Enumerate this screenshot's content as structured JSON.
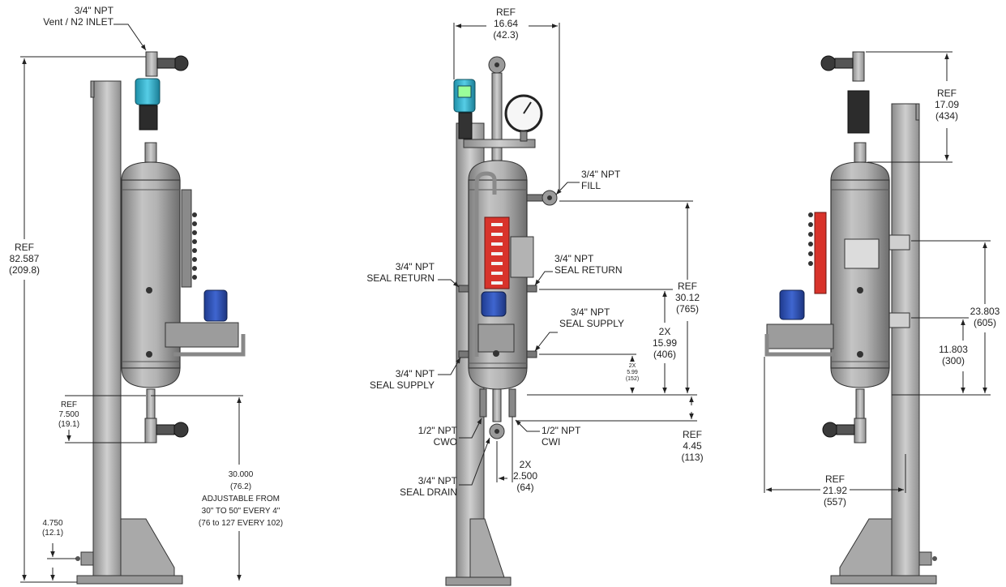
{
  "left_view": {
    "vent_callout": [
      "3/4\" NPT",
      "Vent / N2 INLET"
    ],
    "overall_height": [
      "REF",
      "82.587",
      "(209.8)"
    ],
    "bottom_valve_height": [
      "REF",
      "7.500",
      "(19.1)"
    ],
    "adjustable_height": [
      "30.000",
      "(76.2)",
      "ADJUSTABLE FROM",
      "30\" TO 50\" EVERY 4\"",
      "(76 to 127 EVERY 102)"
    ],
    "base_offset": [
      "4.750",
      "(12.1)"
    ]
  },
  "center_view": {
    "width_ref": [
      "REF",
      "16.64",
      "(42.3)"
    ],
    "fill_port": [
      "3/4\" NPT",
      "FILL"
    ],
    "seal_return_left": [
      "3/4\" NPT",
      "SEAL RETURN"
    ],
    "seal_return_right": [
      "3/4\" NPT",
      "SEAL RETURN"
    ],
    "seal_supply_right": [
      "3/4\" NPT",
      "SEAL SUPPLY"
    ],
    "seal_supply_left": [
      "3/4\" NPT",
      "SEAL SUPPLY"
    ],
    "fill_height": [
      "REF",
      "30.12",
      "(765)"
    ],
    "port_spacing": [
      "2X",
      "15.99",
      "(406)"
    ],
    "small_spacing": [
      "2X",
      "5.99",
      "(152)"
    ],
    "cwo": [
      "1/2\" NPT",
      "CWO"
    ],
    "cwi": [
      "1/2\" NPT",
      "CWI"
    ],
    "drain_offset": [
      "REF",
      "4.45",
      "(113)"
    ],
    "drain_spacing": [
      "2X",
      "2.500",
      "(64)"
    ],
    "seal_drain": [
      "3/4\" NPT",
      "SEAL DRAIN"
    ]
  },
  "right_view": {
    "top_ref": [
      "REF",
      "17.09",
      "(434)"
    ],
    "upper_bracket": [
      "23.803",
      "(605)"
    ],
    "lower_bracket": [
      "11.803",
      "(300)"
    ],
    "width_ref": [
      "REF",
      "21.92",
      "(557)"
    ]
  }
}
